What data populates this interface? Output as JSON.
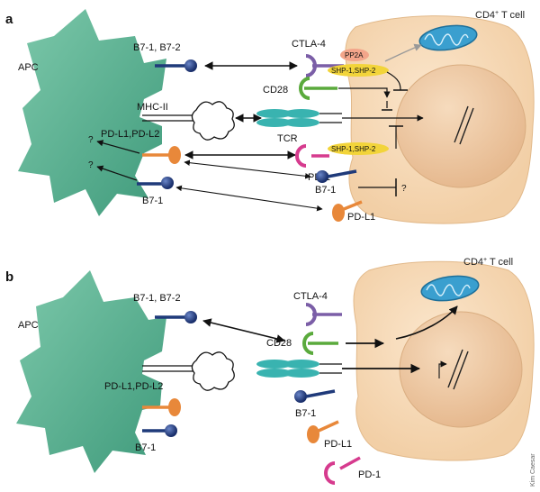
{
  "panel_a": {
    "letter": "a",
    "apc": "APC",
    "tcell": "CD4",
    "tcell_sup": "+",
    "tcell_suffix": " T cell",
    "b7_12": "B7-1, B7-2",
    "mhc": "MHC-II",
    "pdl": "PD-L1,PD-L2",
    "b7_1_apc": "B7-1",
    "q1": "?",
    "q2": "?",
    "ctla4": "CTLA-4",
    "pp2a": "PP2A",
    "shp_top": "SHP-1,SHP-2",
    "cd28": "CD28",
    "tcr": "TCR",
    "shp_bottom": "SHP-1,SHP-2",
    "pd1": "PD-1",
    "b7_1_t": "B7-1",
    "q3": "?",
    "pdl1_t": "PD-L1"
  },
  "panel_b": {
    "letter": "b",
    "apc": "APC",
    "tcell": "CD4",
    "tcell_sup": "+",
    "tcell_suffix": " T cell",
    "b7_12": "B7-1, B7-2",
    "ctla4": "CTLA-4",
    "cd28": "CD28",
    "pdl": "PD-L1,PD-L2",
    "b7_1_apc": "B7-1",
    "b7_1_t": "B7-1",
    "pdl1_t": "PD-L1",
    "pd1": "PD-1"
  },
  "credit": "Kim Caesar",
  "colors": {
    "apc": "#5fb394",
    "tcell": "#f6d6b0",
    "nucleus": "#efc7a0",
    "mito": "#3a9fcf",
    "ctla4": "#7b5ea7",
    "cd28": "#5aaa3c",
    "pd1": "#d63b8e",
    "pdl": "#e8883a",
    "b7": "#1f3a7a",
    "tcr": "#39b3b0",
    "shp": "#f2d43a",
    "pp2a": "#f3a58a"
  }
}
